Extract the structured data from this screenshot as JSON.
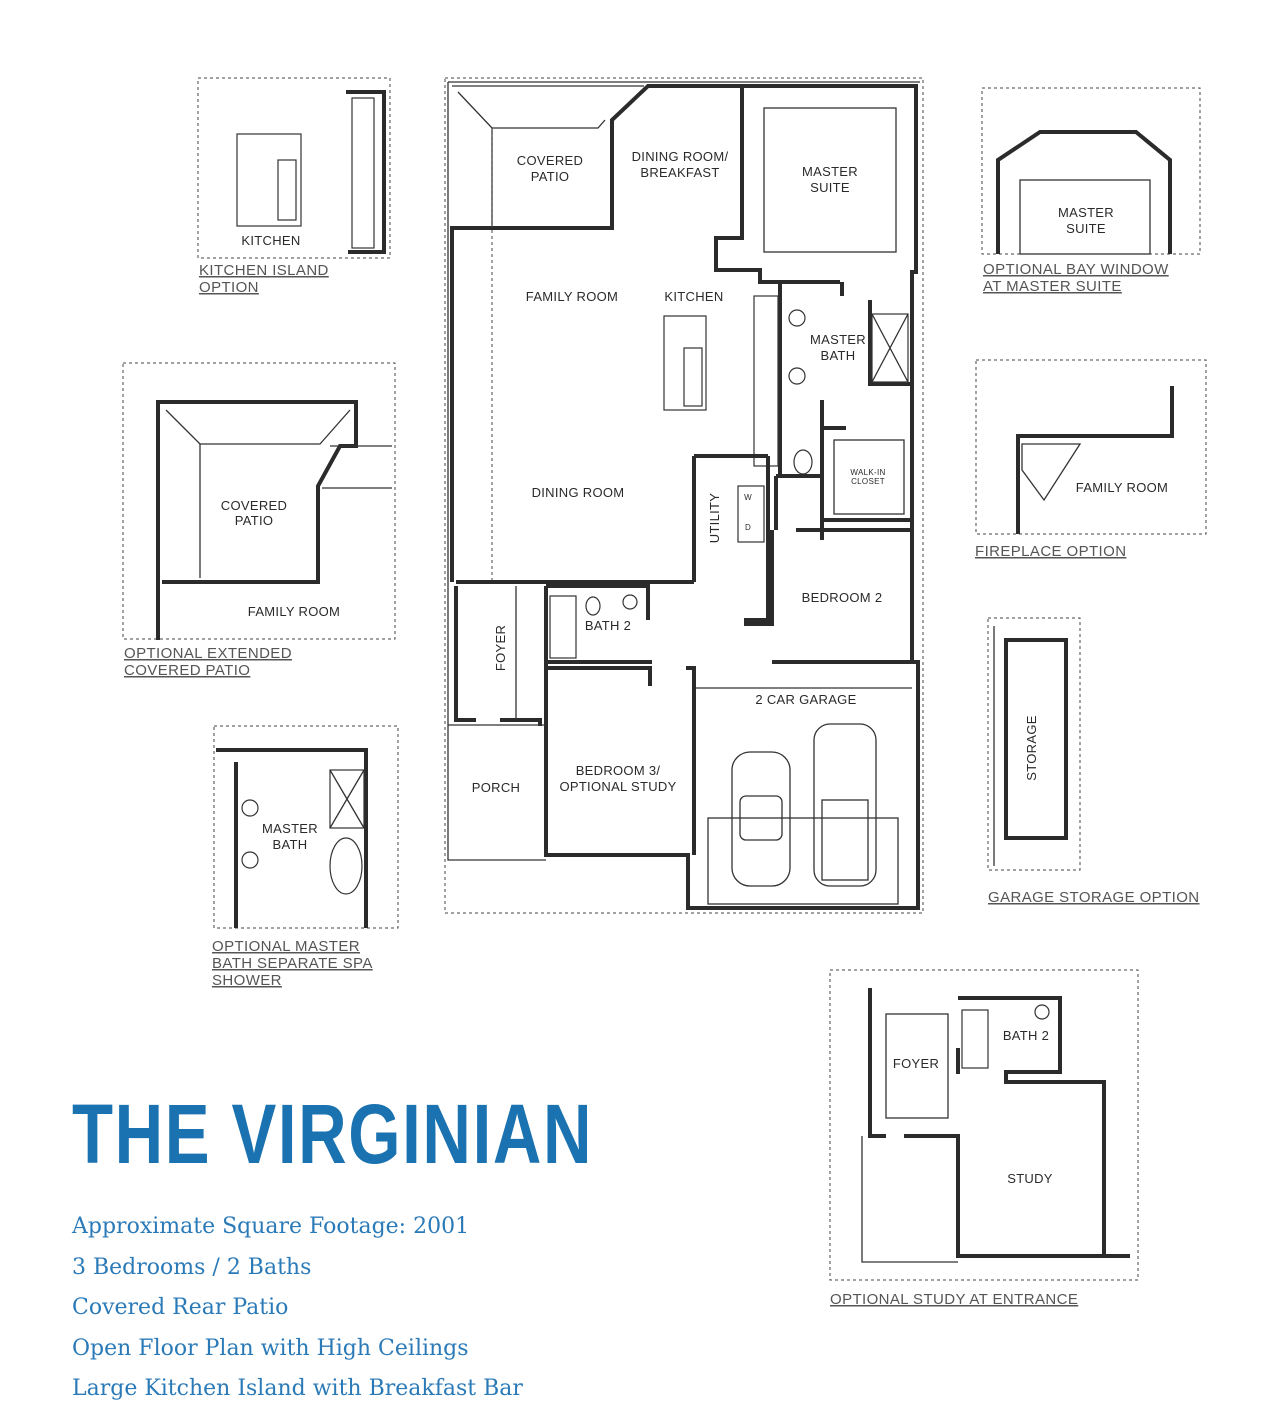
{
  "plan_name": "THE VIRGINIAN",
  "features": [
    "Approximate Square Footage: 2001",
    "3 Bedrooms / 2 Baths",
    "Covered Rear Patio",
    "Open Floor Plan with High Ceilings",
    "Large Kitchen Island with Breakfast Bar"
  ],
  "rooms": {
    "covered_patio_1": "COVERED",
    "covered_patio_2": "PATIO",
    "dining_breakfast_1": "DINING ROOM/",
    "dining_breakfast_2": "BREAKFAST",
    "master_suite_1": "MASTER",
    "master_suite_2": "SUITE",
    "family_room": "FAMILY ROOM",
    "kitchen": "KITCHEN",
    "master_bath_1": "MASTER",
    "master_bath_2": "BATH",
    "walk_in_closet_1": "WALK-IN",
    "walk_in_closet_2": "CLOSET",
    "dining_room": "DINING ROOM",
    "utility": "UTILITY",
    "bedroom_2": "BEDROOM 2",
    "bath_2": "BATH 2",
    "foyer": "FOYER",
    "porch": "PORCH",
    "bedroom_3_1": "BEDROOM 3/",
    "bedroom_3_2": "OPTIONAL STUDY",
    "garage": "2 CAR GARAGE",
    "washer": "W",
    "dryer": "D"
  },
  "options": {
    "kitchen_island": {
      "room": "KITCHEN",
      "caption_1": "KITCHEN ISLAND",
      "caption_2": "OPTION"
    },
    "bay_window": {
      "room_1": "MASTER",
      "room_2": "SUITE",
      "caption_1": "OPTIONAL BAY WINDOW",
      "caption_2": "AT MASTER SUITE"
    },
    "extended_patio": {
      "room_1": "COVERED",
      "room_2": "PATIO",
      "room_3": "FAMILY ROOM",
      "caption_1": "OPTIONAL EXTENDED",
      "caption_2": "COVERED PATIO"
    },
    "fireplace": {
      "room": "FAMILY ROOM",
      "caption": "FIREPLACE OPTION"
    },
    "garage_storage": {
      "room": "STORAGE",
      "caption": "GARAGE STORAGE OPTION"
    },
    "spa_shower": {
      "room_1": "MASTER",
      "room_2": "BATH",
      "caption_1": "OPTIONAL MASTER",
      "caption_2": "BATH SEPARATE SPA",
      "caption_3": "SHOWER"
    },
    "study_entrance": {
      "foyer": "FOYER",
      "bath": "BATH 2",
      "study": "STUDY",
      "caption": "OPTIONAL STUDY AT ENTRANCE"
    }
  },
  "colors": {
    "title": "#1b72b0",
    "features": "#2b7ab8",
    "lines": "#2b2b2b"
  }
}
